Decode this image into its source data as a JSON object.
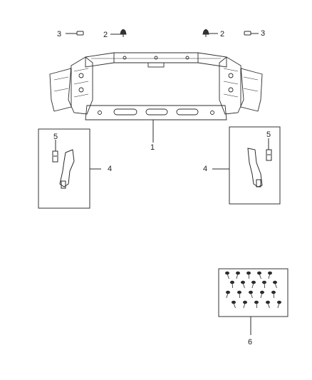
{
  "callouts": {
    "top_left_3": "3",
    "top_left_2": "2",
    "top_right_2": "2",
    "top_right_3": "3",
    "center_1": "1",
    "left_inset_5": "5",
    "left_inset_4": "4",
    "right_inset_5": "5",
    "right_inset_4": "4",
    "hardware_6": "6"
  },
  "colors": {
    "line": "#2b2b2b",
    "background": "#ffffff"
  }
}
